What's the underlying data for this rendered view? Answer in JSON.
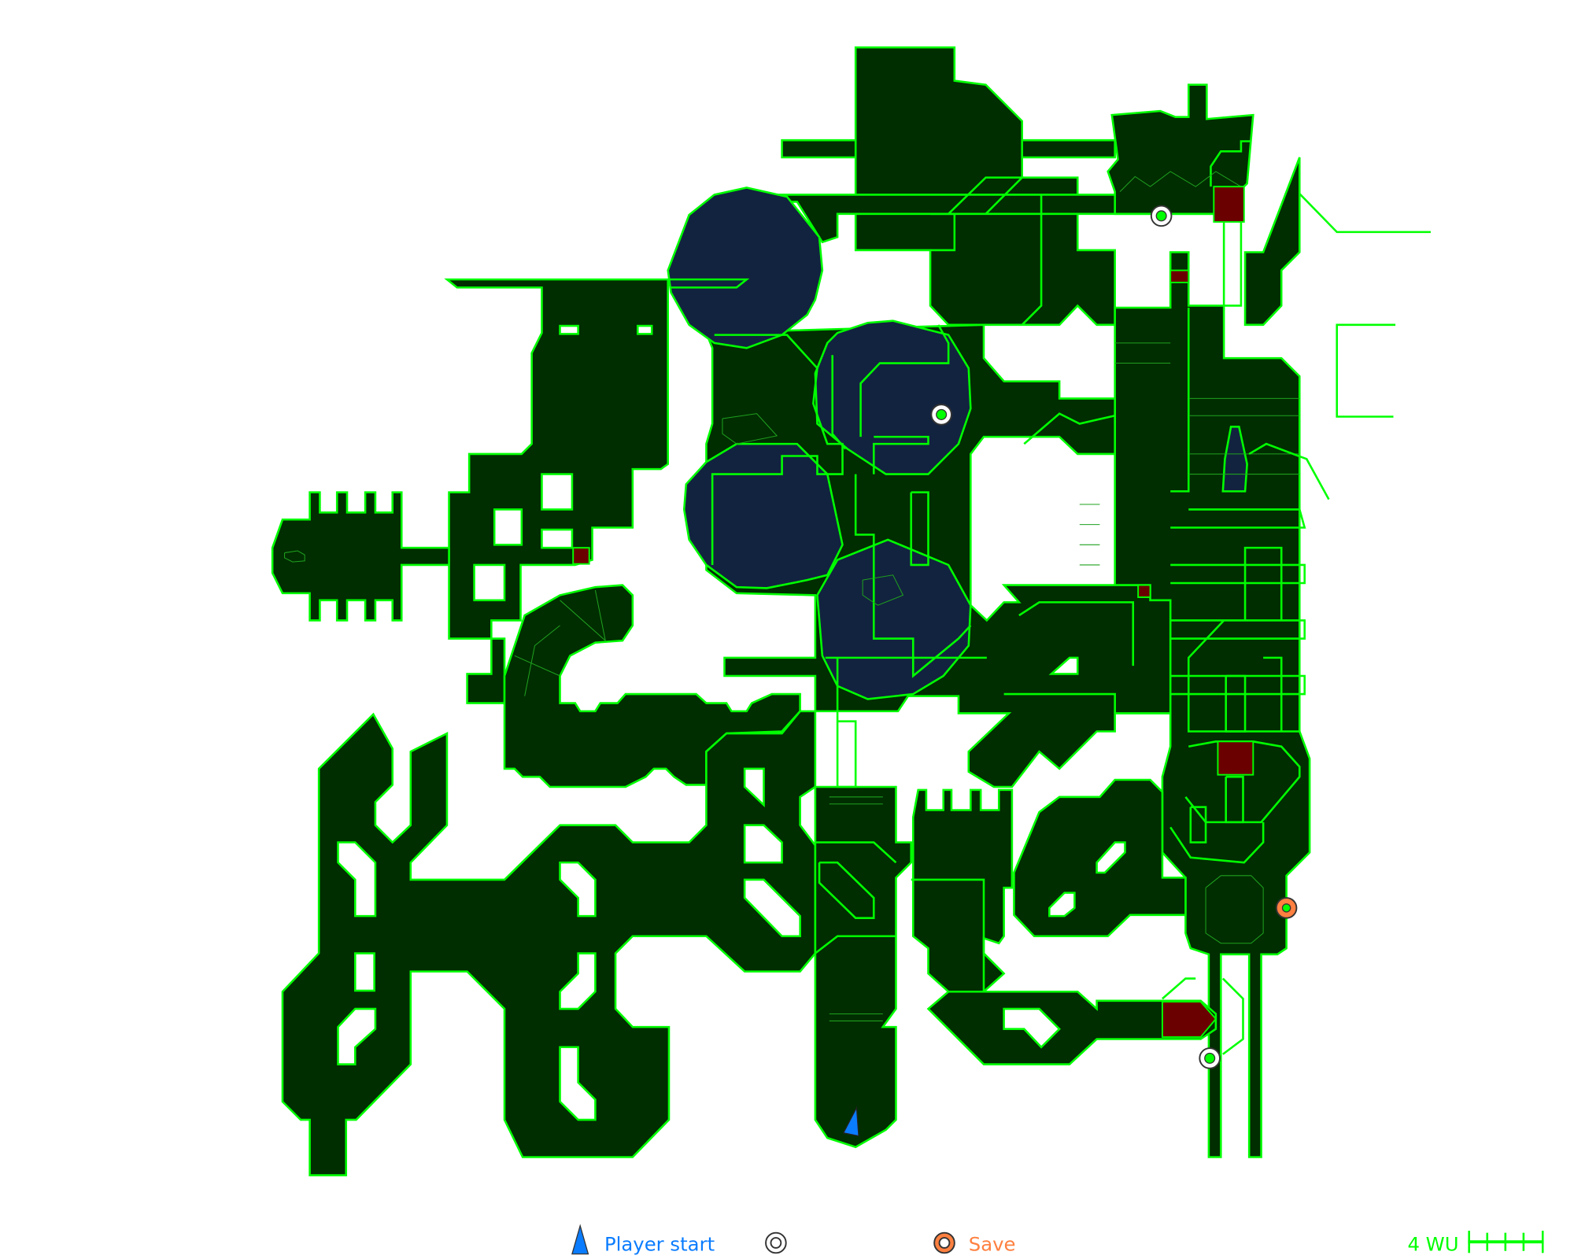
{
  "map": {
    "colors": {
      "floor": "#002e00",
      "outline": "#00ff00",
      "water": "#12233f",
      "hazard": "#6b0000",
      "player": "#0a7cff",
      "save": "#ff8040"
    }
  },
  "legend": {
    "player_start_label": "Player start",
    "player_start_icon": "player-start-icon",
    "target_icon": "target-marker-icon",
    "target_label": "",
    "save_label": "Save",
    "save_icon": "save-marker-icon",
    "scale_label": "4 WU"
  }
}
